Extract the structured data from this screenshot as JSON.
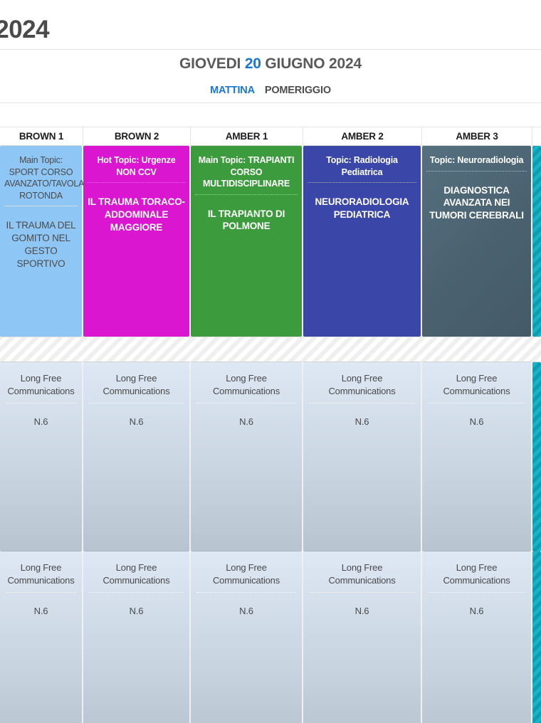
{
  "header": {
    "year_fragment": "2024",
    "date_prefix": "GIOVEDI",
    "date_day": "20",
    "date_suffix": "GIUGNO 2024",
    "accent_color": "#1877d2"
  },
  "session_tabs": [
    {
      "label": "MATTINA",
      "active": true
    },
    {
      "label": "POMERIGGIO",
      "active": false
    }
  ],
  "columns": [
    {
      "label": "BROWN 1",
      "width": 117,
      "cropped": true
    },
    {
      "label": "BROWN 2",
      "width": 151
    },
    {
      "label": "AMBER 1",
      "width": 158
    },
    {
      "label": "AMBER 2",
      "width": 167
    },
    {
      "label": "AMBER 3",
      "width": 155
    }
  ],
  "session_blocks": [
    {
      "topic": "Main Topic: SPORT CORSO AVANZATO/TAVOLA ROTONDA",
      "title": "IL TRAUMA DEL GOMITO NEL GESTO SPORTIVO",
      "color": "#8ec7f5",
      "text_style": "light"
    },
    {
      "topic": "Hot Topic: Urgenze NON CCV",
      "title": "IL TRAUMA TORACO-ADDOMINALE MAGGIORE",
      "color": "#da16d1",
      "text_style": "dark"
    },
    {
      "topic": "Main Topic: TRAPIANTI CORSO MULTIDISCIPLINARE",
      "title": "IL TRAPIANTO DI POLMONE",
      "color": "#3c9b3c",
      "text_style": "dark"
    },
    {
      "topic": "Topic: Radiologia Pediatrica",
      "title": "NEURORADIOLOGIA PEDIATRICA",
      "color": "#3b47a8",
      "text_style": "dark"
    },
    {
      "topic": "Topic: Neuroradiologia",
      "title": "DIAGNOSTICA AVANZATA NEI TUMORI CEREBRALI",
      "color": "#4a6170",
      "text_style": "dark"
    }
  ],
  "lfc_rows": [
    {
      "cells": [
        {
          "topic": "Long Free Communications",
          "title": "N.6"
        },
        {
          "topic": "Long Free Communications",
          "title": "N.6"
        },
        {
          "topic": "Long Free Communications",
          "title": "N.6"
        },
        {
          "topic": "Long Free Communications",
          "title": "N.6"
        },
        {
          "topic": "Long Free Communications",
          "title": "N.6"
        }
      ]
    },
    {
      "cells": [
        {
          "topic": "Long Free Communications",
          "title": "N.6"
        },
        {
          "topic": "Long Free Communications",
          "title": "N.6"
        },
        {
          "topic": "Long Free Communications",
          "title": "N.6"
        },
        {
          "topic": "Long Free Communications",
          "title": "N.6"
        },
        {
          "topic": "Long Free Communications",
          "title": "N.6"
        }
      ]
    }
  ],
  "edge_column": {
    "name": "cyan-striped-partial-column",
    "color": "#19b3c8"
  }
}
